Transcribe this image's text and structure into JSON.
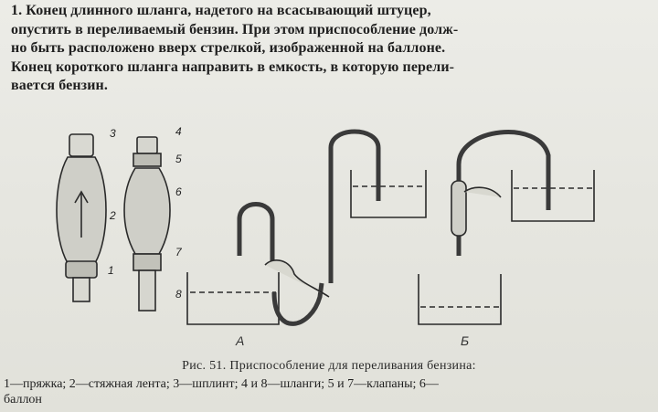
{
  "paragraph": {
    "lines": [
      "1. Конец длинного шланга, надетого на всасывающий штуцер,",
      "опустить в переливаемый бензин. При этом приспособление долж-",
      "но быть расположено вверх стрелкой, изображенной на баллоне.",
      "Конец короткого шланга направить в емкость, в которую перели-",
      "вается бензин."
    ]
  },
  "figure": {
    "labels": {
      "n1": "1",
      "n2": "2",
      "n3": "3",
      "n4": "4",
      "n5": "5",
      "n6": "6",
      "n7": "7",
      "n8": "8",
      "a": "А",
      "b": "Б"
    }
  },
  "caption": "Рис. 51. Приспособление для переливания бензина:",
  "legend": {
    "lines": [
      "1—пряжка; 2—стяжная лента; 3—шплинт; 4 и 8—шланги; 5 и 7—клапаны; 6—",
      "баллон"
    ]
  }
}
